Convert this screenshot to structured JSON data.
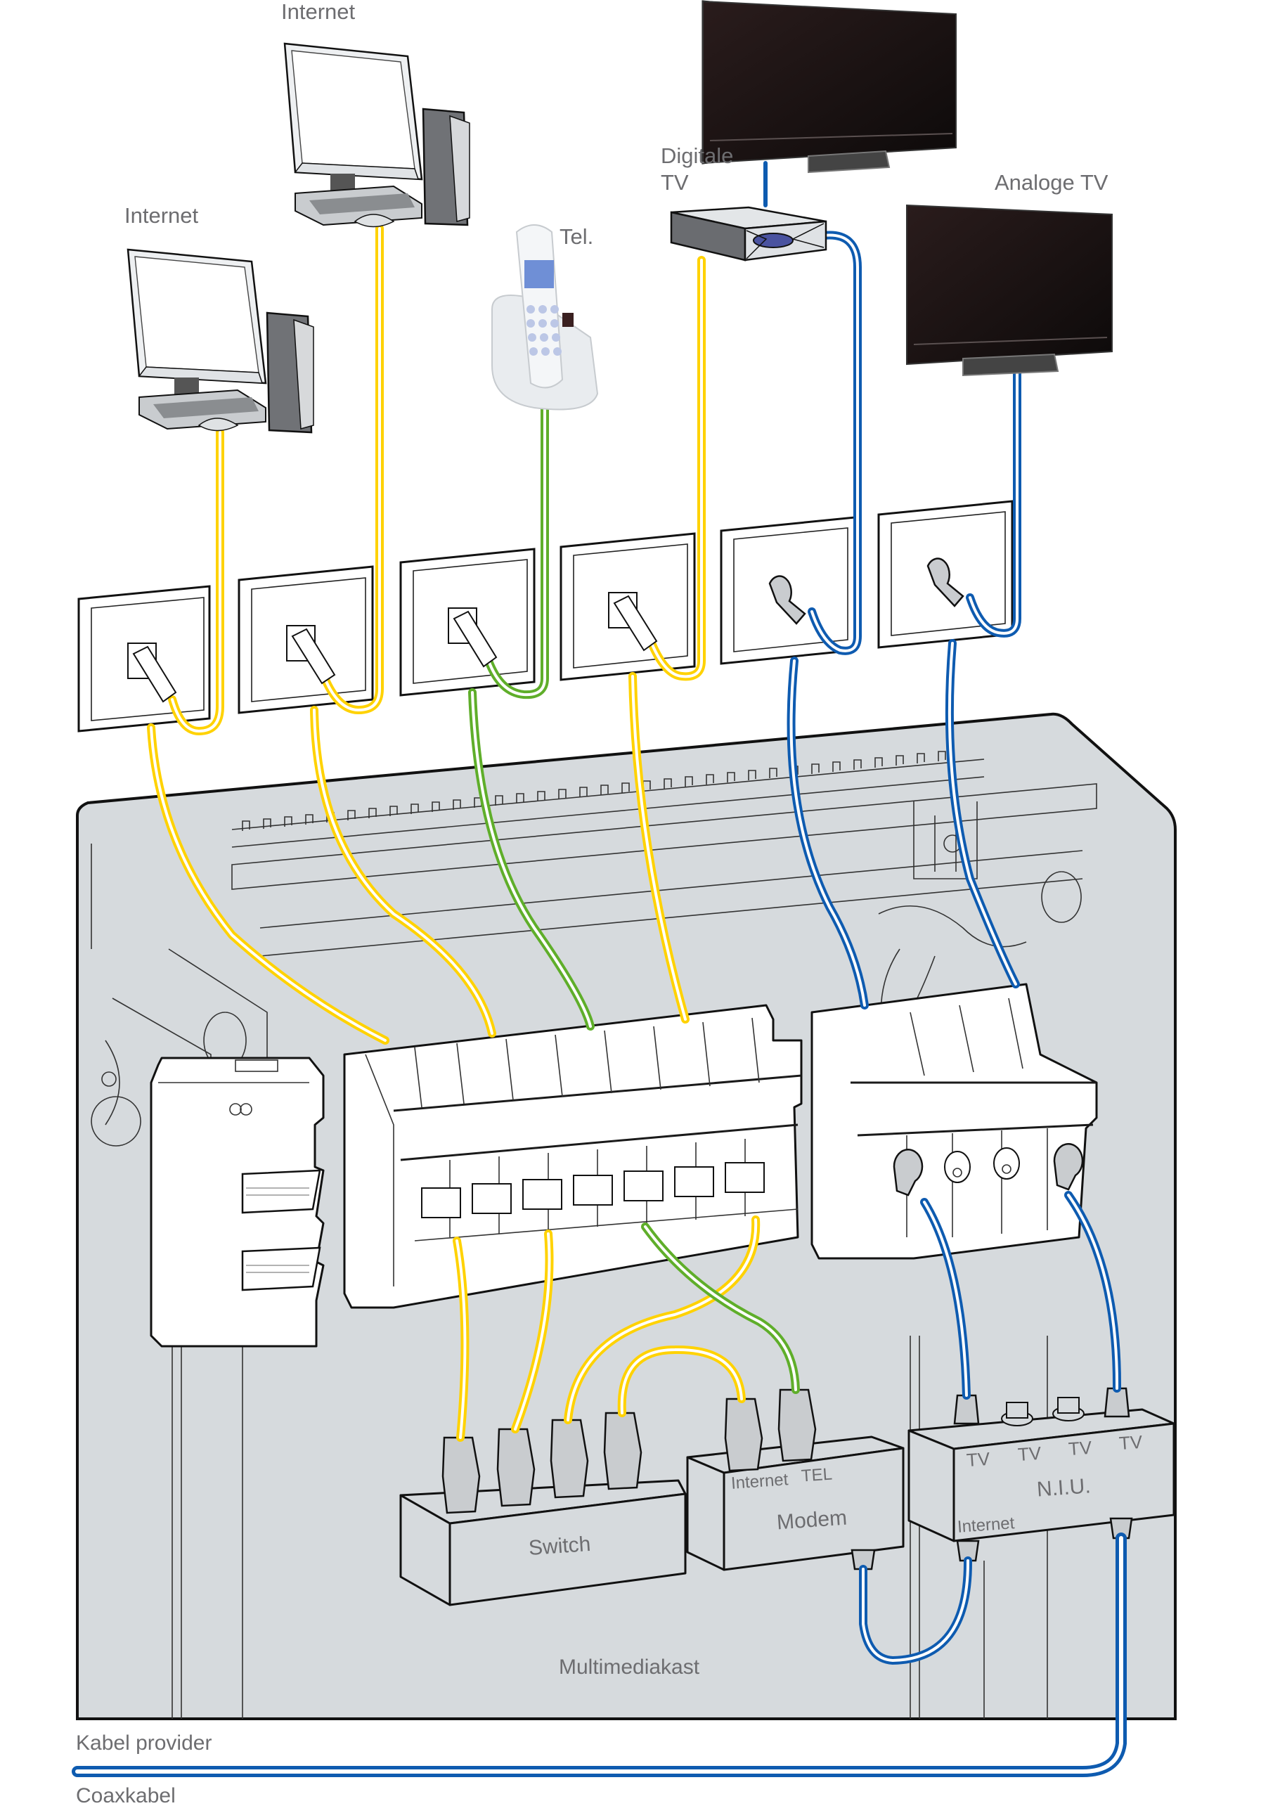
{
  "labels": {
    "internet_top": "Internet",
    "internet_left": "Internet",
    "telephone": "Tel.",
    "digital_tv_line1": "Digitale",
    "digital_tv_line2": "TV",
    "analog_tv": "Analoge TV",
    "switch": "Switch",
    "modem": "Modem",
    "modem_port_internet": "Internet",
    "modem_port_tel": "TEL",
    "niu": "N.I.U.",
    "niu_port_internet": "Internet",
    "niu_ports_tv": [
      "TV",
      "TV",
      "TV",
      "TV"
    ],
    "cabinet": "Multimediakast",
    "cable_provider": "Kabel provider",
    "coax_cable": "Coaxkabel"
  },
  "devices": [
    {
      "type": "computer",
      "icon": "desktop-computer-icon",
      "label_ref": "internet_top"
    },
    {
      "type": "computer",
      "icon": "desktop-computer-icon",
      "label_ref": "internet_left"
    },
    {
      "type": "cordless-phone",
      "icon": "phone-icon",
      "label_ref": "telephone"
    },
    {
      "type": "set-top-box",
      "icon": "settop-box-icon",
      "label_ref": "digital_tv_line1"
    },
    {
      "type": "flat-tv",
      "icon": "tv-icon",
      "label_ref": "digital_tv_line1"
    },
    {
      "type": "flat-tv",
      "icon": "tv-icon",
      "label_ref": "analog_tv"
    }
  ],
  "wall_outlets": [
    {
      "kind": "RJ45",
      "cable": "data"
    },
    {
      "kind": "RJ45",
      "cable": "data"
    },
    {
      "kind": "RJ45",
      "cable": "telephone"
    },
    {
      "kind": "RJ45",
      "cable": "data"
    },
    {
      "kind": "coax",
      "cable": "coax"
    },
    {
      "kind": "coax",
      "cable": "coax"
    }
  ],
  "cable_colors": {
    "data": "#ffd200",
    "telephone": "#5fae2a",
    "coax": "#0e5bb0",
    "cabinet_fill": "#d6dadd"
  }
}
